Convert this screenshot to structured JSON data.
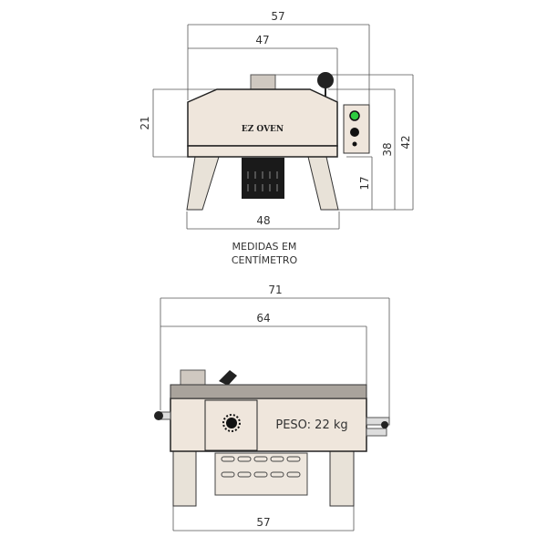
{
  "front_view": {
    "brand_label": "EZ OVEN",
    "dimensions": {
      "overall_width": "57",
      "body_width": "47",
      "body_height": "21",
      "height_to_top": "38",
      "total_height": "42",
      "leg_height": "17",
      "leg_span": "48"
    },
    "note_line1": "MEDIDAS EM",
    "note_line2": "CENTÍMETRO"
  },
  "side_view": {
    "weight_label": "PESO: 22 kg",
    "dimensions": {
      "overall_length": "71",
      "body_length": "64",
      "leg_span": "57"
    }
  },
  "colors": {
    "body": "#efe6dc",
    "indicator_light": "#2ecc40",
    "burner": "#1a1a1a"
  }
}
